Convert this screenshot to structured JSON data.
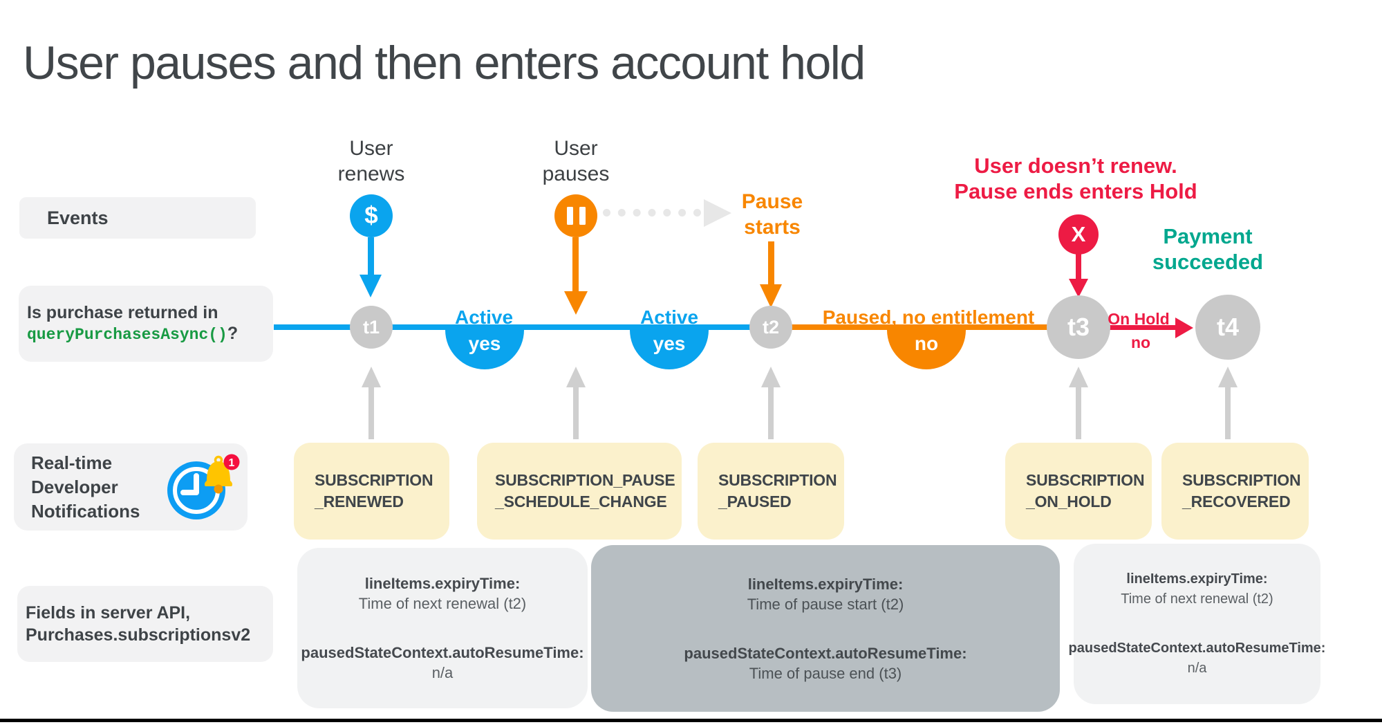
{
  "title": "User pauses and then enters account hold",
  "colors": {
    "blue": "#0AA4EE",
    "orange": "#F88600",
    "red": "#ED1B44",
    "teal": "#00A78E",
    "code_green": "#189A43",
    "notification_yellow": "#FBF1CC",
    "node_gray": "#C9C9C9",
    "pill_gray": "#F2F2F3",
    "highlight_gray": "#B7BEC2"
  },
  "rows": {
    "events_label": "Events",
    "query": {
      "line1": "Is purchase returned in",
      "code": "queryPurchasesAsync()",
      "suffix": "?"
    },
    "rtdn": {
      "line1": "Real-time",
      "line2": "Developer",
      "line3": "Notifications",
      "badge": "1"
    },
    "fields": {
      "line1": "Fields in server API,",
      "line2": "Purchases.subscriptionsv2"
    }
  },
  "events": {
    "renew": {
      "line1": "User",
      "line2": "renews",
      "icon": "$"
    },
    "pause": {
      "line1": "User",
      "line2": "pauses"
    },
    "pause_starts": {
      "line1": "Pause",
      "line2": "starts"
    },
    "hold": {
      "line1": "User doesn’t renew.",
      "line2": "Pause ends enters Hold",
      "icon": "X"
    },
    "payment": {
      "line1": "Payment",
      "line2": "succeeded"
    }
  },
  "timeline": {
    "nodes": [
      {
        "label": "t1"
      },
      {
        "label": "t2"
      },
      {
        "label": "t3"
      },
      {
        "label": "t4"
      }
    ],
    "segments": [
      {
        "status": "Active",
        "answer": "yes"
      },
      {
        "status": "Active",
        "answer": "yes"
      },
      {
        "status": "Paused, no entitlement",
        "answer": "no"
      },
      {
        "status": "On Hold",
        "answer": "no"
      }
    ]
  },
  "notifications": [
    {
      "line1": "SUBSCRIPTION",
      "line2": "_RENEWED"
    },
    {
      "line1": "SUBSCRIPTION_PAUSE",
      "line2": "_SCHEDULE_CHANGE"
    },
    {
      "line1": "SUBSCRIPTION",
      "line2": "_PAUSED"
    },
    {
      "line1": "SUBSCRIPTION",
      "line2": "_ON_HOLD"
    },
    {
      "line1": "SUBSCRIPTION",
      "line2": "_RECOVERED"
    }
  ],
  "api_fields": [
    {
      "label1": "lineItems.expiryTime:",
      "value1": "Time of next renewal (t2)",
      "label2": "pausedStateContext.autoResumeTime:",
      "value2": "n/a"
    },
    {
      "label1": "lineItems.expiryTime:",
      "value1": "Time of pause start (t2)",
      "label2": "pausedStateContext.autoResumeTime:",
      "value2": "Time of pause end (t3)"
    },
    {
      "label1": "lineItems.expiryTime:",
      "value1": "Time of next renewal (t2)",
      "label2": "pausedStateContext.autoResumeTime:",
      "value2": "n/a"
    }
  ]
}
